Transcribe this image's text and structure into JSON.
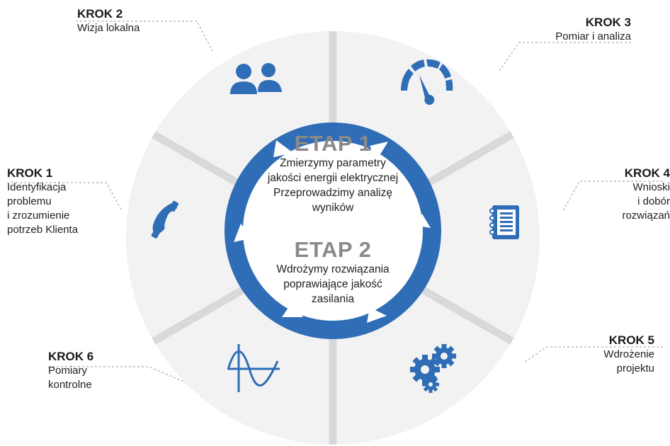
{
  "colors": {
    "accent": "#2f6db6",
    "segment": "#f2f2f3",
    "divider": "#d8d9db",
    "text": "#1f1f1f",
    "etap": "#8a8a8a"
  },
  "steps": [
    {
      "title": "KROK 1",
      "desc": "Identyfikacja\nproblemu\ni zrozumienie\npotrzeb Klienta",
      "icon": "phone-icon"
    },
    {
      "title": "KROK 2",
      "desc": "Wizja lokalna",
      "icon": "people-icon"
    },
    {
      "title": "KROK 3",
      "desc": "Pomiar i analiza",
      "icon": "gauge-icon"
    },
    {
      "title": "KROK 4",
      "desc": "Wnioski\ni dobór\nrozwiązań",
      "icon": "notebook-icon"
    },
    {
      "title": "KROK 5",
      "desc": "Wdrożenie\nprojektu",
      "icon": "gears-icon"
    },
    {
      "title": "KROK 6",
      "desc": "Pomiary\nkontrolne",
      "icon": "sine-wave-icon"
    }
  ],
  "stages": [
    {
      "title": "ETAP 1",
      "desc": "Zmierzymy parametry\njakości energii elektrycznej\nPrzeprowadzimy analizę\nwyników"
    },
    {
      "title": "ETAP 2",
      "desc": "Wdrożymy rozwiązania\npoprawiające jakość\nzasilania"
    }
  ]
}
